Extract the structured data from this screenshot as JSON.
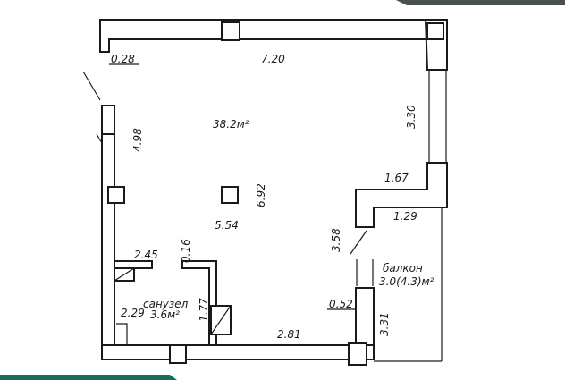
{
  "colors": {
    "accent_top": "#4a4f52",
    "accent_bottom": "#1b6b5a",
    "ink": "#1a1a1a"
  },
  "rooms": {
    "main_area": "38.2м²",
    "bathroom_name": "санузел",
    "bathroom_area": "3.6м²",
    "balcony_name": "балкон",
    "balcony_area": "3.0(4.3)м²"
  },
  "dimensions": {
    "top_wall": "7.20",
    "top_left_stub": "0.28",
    "left_wall": "4.98",
    "center_vertical": "6.92",
    "center_horizontal": "5.54",
    "right_upper": "3.30",
    "ledge_top": "1.67",
    "ledge_bottom": "1.29",
    "right_middle": "3.58",
    "bath_width": "2.45",
    "bath_gap": "0.16",
    "bath_depth": "1.77",
    "bath_left": "2.29",
    "bottom_wall": "2.81",
    "balcony_stub": "0.52",
    "balcony_depth": "3.31"
  }
}
